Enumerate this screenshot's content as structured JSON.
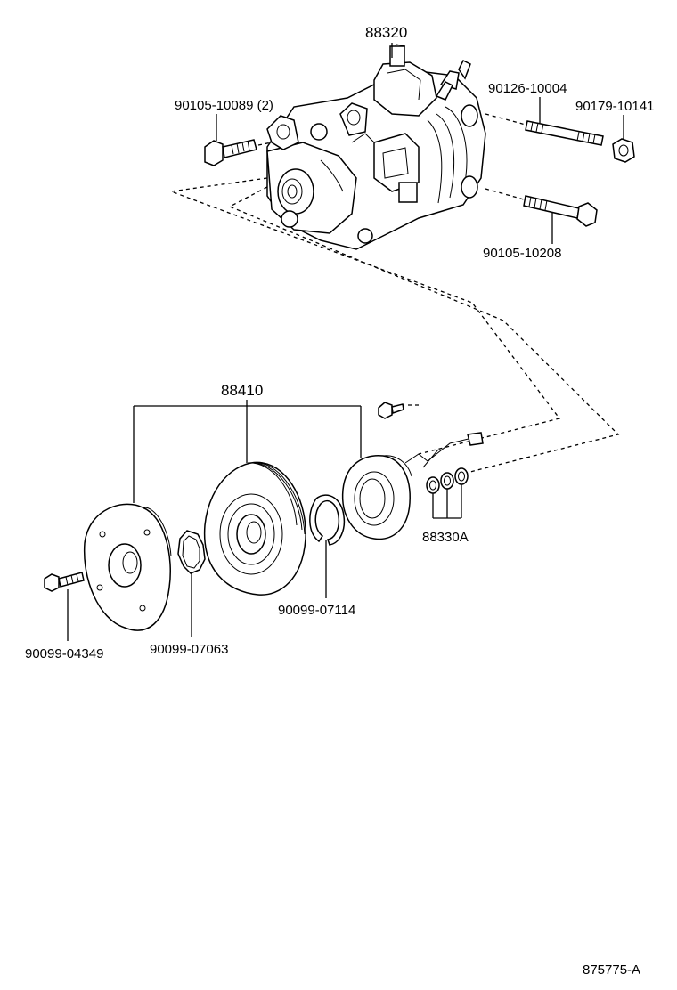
{
  "parts": {
    "compressor": "88320",
    "bolt_upper_left": "90105-10089 (2)",
    "stud_bolt": "90126-10004",
    "nut": "90179-10141",
    "bolt_lower_right": "90105-10208",
    "clutch_assy": "88410",
    "shims": "88330A",
    "snap_ring": "90099-07114",
    "clutch_bolt": "90099-04349",
    "clutch_shim": "90099-07063"
  },
  "figure_id": "875775-A"
}
